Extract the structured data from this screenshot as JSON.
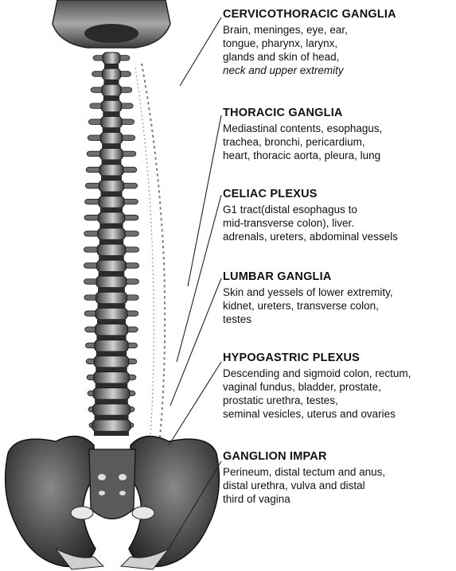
{
  "sections": [
    {
      "title": "CERVICOTHORACIC GANGLIA",
      "lines": [
        "Brain, meninges, eye, ear,",
        "tongue, pharynx, larynx,",
        "glands and skin of head,",
        "neck and upper extremity"
      ]
    },
    {
      "title": "THORACIC GANGLIA",
      "lines": [
        "Mediastinal contents, esophagus,",
        "trachea, bronchi, pericardium,",
        "heart, thoracic aorta, pleura, lung"
      ]
    },
    {
      "title": "CELIAC PLEXUS",
      "lines": [
        "G1 tract(distal esophagus to",
        "mid-transverse colon), liver.",
        "adrenals, ureters, abdominal vessels"
      ]
    },
    {
      "title": "LUMBAR GANGLIA",
      "lines": [
        "Skin and yessels of lower extremity,",
        "kidnet, ureters, transverse colon,",
        "testes"
      ]
    },
    {
      "title": "HYPOGASTRIC PLEXUS",
      "lines": [
        "Descending and sigmoid colon, rectum,",
        "vaginal fundus, bladder, prostate,",
        "prostatic urethra, testes,",
        "seminal vesicles, uterus and ovaries"
      ]
    },
    {
      "title": "GANGLION IMPAR",
      "lines": [
        "Perineum, distal tectum and anus,",
        "distal urethra, vulva and distal",
        "third of vagina"
      ]
    }
  ]
}
